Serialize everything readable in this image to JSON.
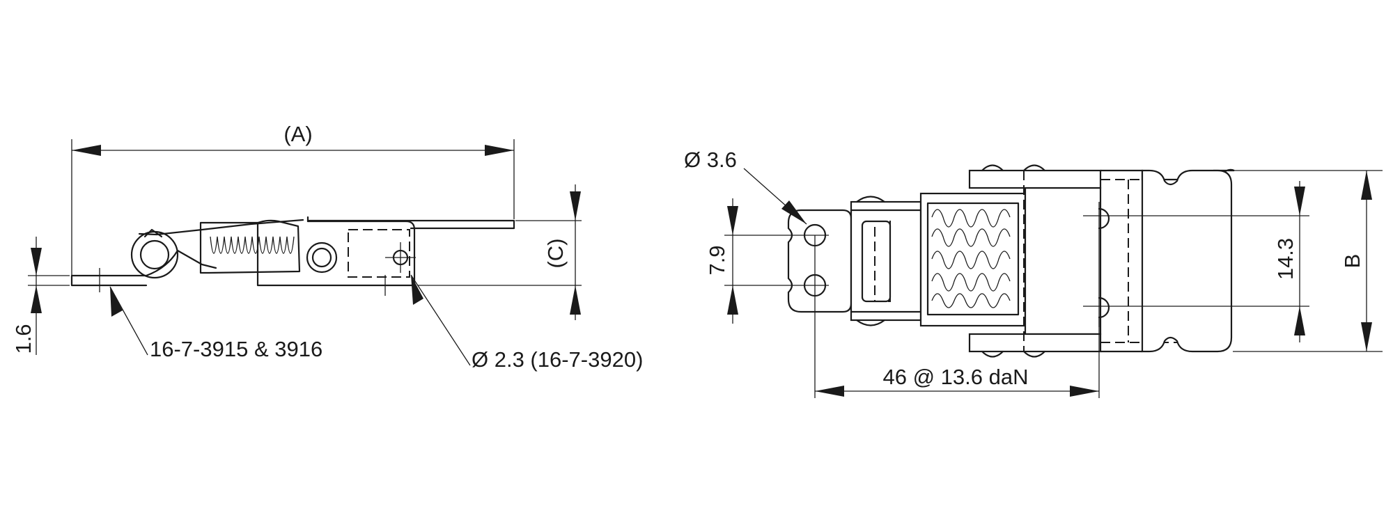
{
  "labels": {
    "dim_a": "(A)",
    "dim_c": "(C)",
    "dim_thickness": "1.6",
    "part_numbers": "16-7-3915 & 3916",
    "hole_small": "Ø 2.3 (16-7-3920)",
    "hole_large": "Ø 3.6",
    "dim_hole_spacing": "7.9",
    "dim_length_force": "46 @ 13.6 daN",
    "dim_inner_width": "14.3",
    "dim_b": "B"
  }
}
